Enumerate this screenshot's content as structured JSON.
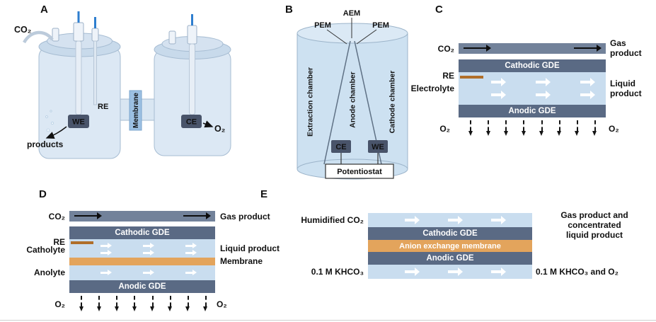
{
  "colors": {
    "gde_bar": "#5a6a84",
    "gas_channel_bar": "#72829a",
    "electrolyte_channel": "#c9ddef",
    "membrane_orange": "#e3a45c",
    "reference_electrode_orange": "#b06f2a",
    "vessel_blue": "#dce8f4",
    "membrane_strip_blue": "#9cc0e2",
    "electrode_box": "#49546a",
    "wire_blue": "#2e7ecf"
  },
  "panels": {
    "a": {
      "label": "A",
      "co2": "CO₂",
      "re": "RE",
      "we": "WE",
      "products": "products",
      "membrane": "Membrane",
      "ce": "CE",
      "o2": "O₂"
    },
    "b": {
      "label": "B",
      "aem": "AEM",
      "pem_left": "PEM",
      "pem_right": "PEM",
      "extraction_chamber": "Extraction chamber",
      "anode_chamber": "Anode chamber",
      "cathode_chamber": "Cathode chamber",
      "ce": "CE",
      "we": "WE",
      "potentiostat": "Potentiostat"
    },
    "c": {
      "label": "C",
      "co2": "CO₂",
      "gas_product": "Gas\nproduct",
      "cathodic_gde": "Cathodic GDE",
      "re": "RE",
      "electrolyte": "Electrolyte",
      "liquid_product": "Liquid\nproduct",
      "anodic_gde": "Anodic GDE",
      "o2": "O₂"
    },
    "d": {
      "label": "D",
      "co2": "CO₂",
      "gas_product": "Gas product",
      "cathodic_gde": "Cathodic GDE",
      "re": "RE",
      "catholyte": "Catholyte",
      "liquid_product": "Liquid product",
      "membrane": "Membrane",
      "anolyte": "Anolyte",
      "anodic_gde": "Anodic GDE",
      "o2": "O₂"
    },
    "e": {
      "label": "E",
      "humidified_co2": "Humidified CO₂",
      "gas_product": "Gas product and concentrated\nliquid product",
      "cathodic_gde": "Cathodic GDE",
      "aem": "Anion exchange membrane",
      "anodic_gde": "Anodic GDE",
      "khco3_in": "0.1 M KHCO₃",
      "khco3_out": "0.1 M KHCO₃ and O₂"
    }
  }
}
